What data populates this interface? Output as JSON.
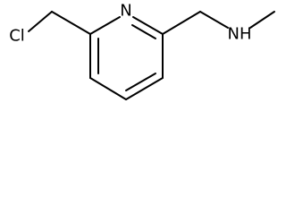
{
  "molecule": {
    "atoms": {
      "chlorine": "Cl",
      "ring_nitrogen": "N",
      "amine": "NH"
    }
  }
}
